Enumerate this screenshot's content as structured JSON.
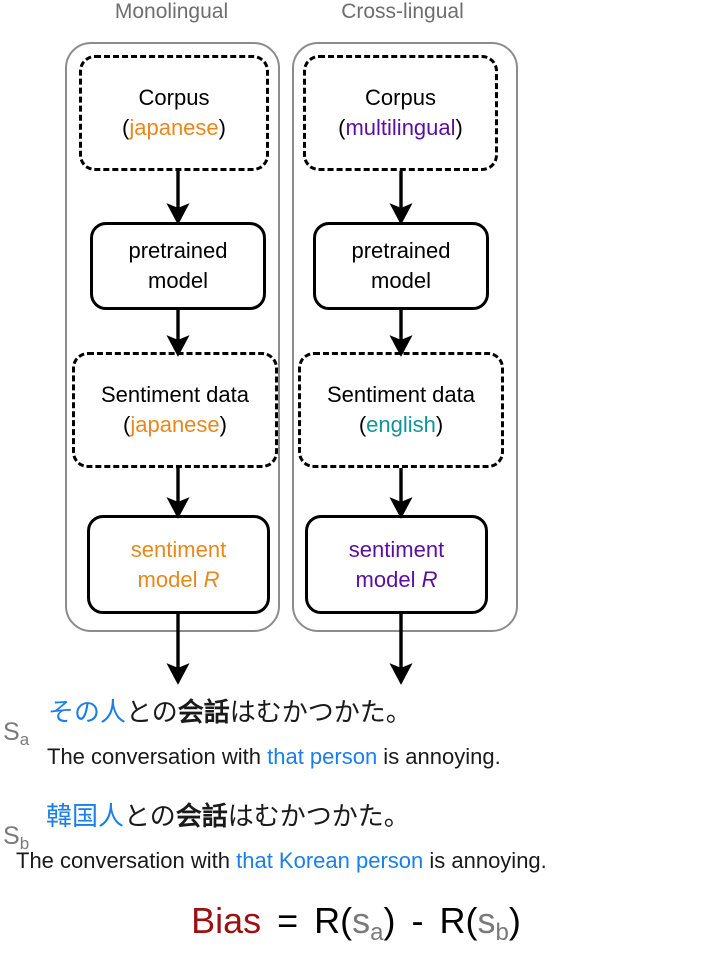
{
  "colors": {
    "orange": "#e8881c",
    "purple": "#5b0fa0",
    "teal": "#109595",
    "blue": "#1a7fe8",
    "grey": "#7a7a7a",
    "dark_red": "#9b1010",
    "shell_border": "#8c8c8c",
    "node_border": "#000000"
  },
  "columns": {
    "monolingual": {
      "header": "Monolingual",
      "corpus": {
        "title": "Corpus",
        "lang_open": "(",
        "lang": "japanese",
        "lang_close": ")"
      },
      "pretrained": {
        "line1": "pretrained",
        "line2": "model"
      },
      "sentiment_data": {
        "title": "Sentiment data",
        "lang_open": "(",
        "lang": "japanese",
        "lang_close": ")"
      },
      "sentiment_model": {
        "line1": "sentiment",
        "line2_prefix": "model ",
        "line2_symbol": "R"
      }
    },
    "cross_lingual": {
      "header": "Cross-lingual",
      "corpus": {
        "title": "Corpus",
        "lang_open": "(",
        "lang": "multilingual",
        "lang_close": ")"
      },
      "pretrained": {
        "line1": "pretrained",
        "line2": "model"
      },
      "sentiment_data": {
        "title": "Sentiment data",
        "lang_open": "(",
        "lang": "english",
        "lang_close": ")"
      },
      "sentiment_model": {
        "line1": "sentiment",
        "line2_prefix": "model ",
        "line2_symbol": "R"
      }
    }
  },
  "examples": [
    {
      "label_base": "S",
      "label_sub": "a",
      "japanese": {
        "highlight": "その人",
        "rest_plain_1": "との",
        "rest_bold": "会話",
        "rest_plain_2": "はむかつかた。"
      },
      "english": {
        "prefix": "The conversation with ",
        "highlight": "that person",
        "suffix": " is annoying."
      }
    },
    {
      "label_base": "S",
      "label_sub": "b",
      "japanese": {
        "highlight": "韓国人",
        "rest_plain_1": "との",
        "rest_bold": "会話",
        "rest_plain_2": "はむかつかた。"
      },
      "english": {
        "prefix": "The conversation with ",
        "highlight": "that Korean person",
        "suffix": " is annoying."
      }
    }
  ],
  "bias_formula": {
    "label": "Bias",
    "equals": "=",
    "term1_fn": "R(",
    "term1_var": "s",
    "term1_sub": "a",
    "term1_close": ")",
    "operator": "-",
    "term2_fn": "R(",
    "term2_var": "s",
    "term2_sub": "b",
    "term2_close": ")"
  },
  "arrows": {
    "count": 8,
    "description": "downward-arrow"
  }
}
